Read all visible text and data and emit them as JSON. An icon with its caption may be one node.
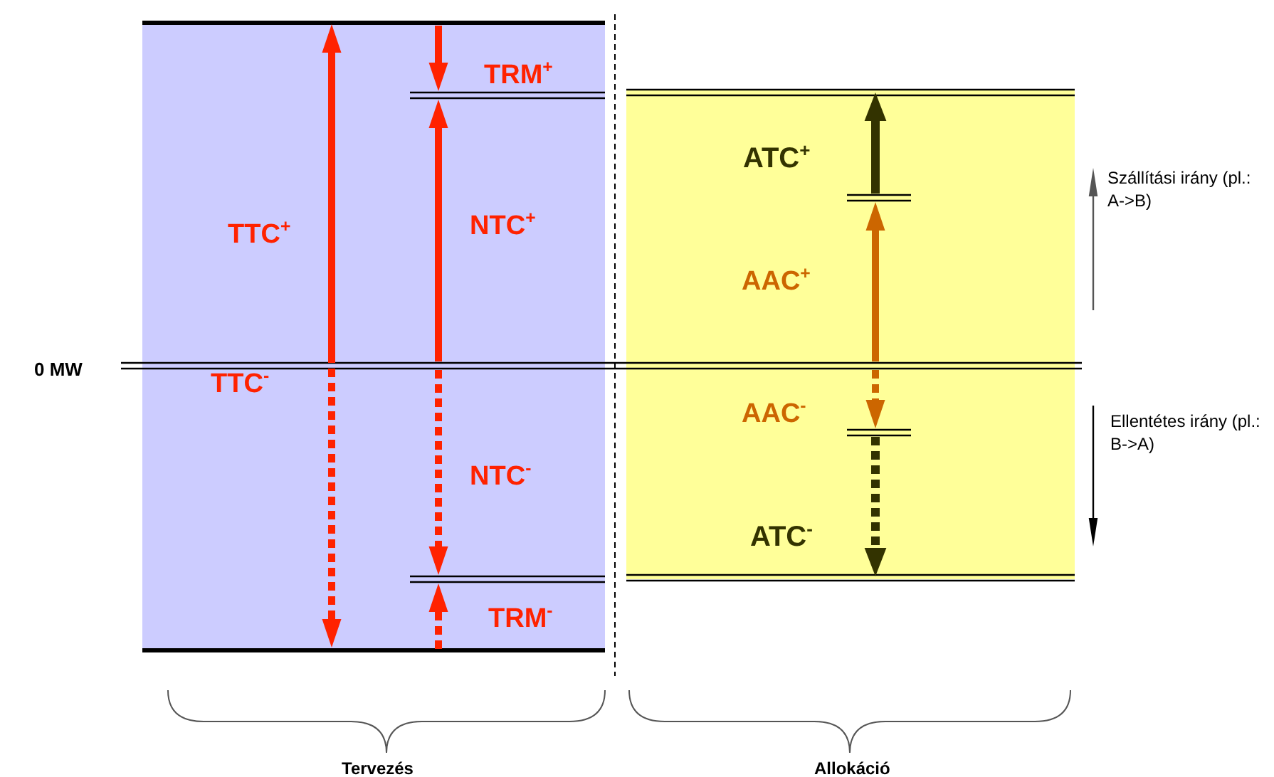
{
  "diagram": {
    "labels": [
      "TRM$^{+}$",
      "TTC$^{+}$",
      "NTC$^{+}$",
      "ATC$^{+}$",
      "Szállítási irány (pl.: A->B)",
      "AAC$^{+}$",
      "0 MW",
      "AAC$^{-}$",
      "Ellentétes irány (pl.: B->A)",
      "TTC$^{-}$",
      "NTC$^{-}$",
      "ATC$^{-}$",
      "TRM$^{-}$",
      "Tervezés",
      "Allokáció"
    ]
  }
}
